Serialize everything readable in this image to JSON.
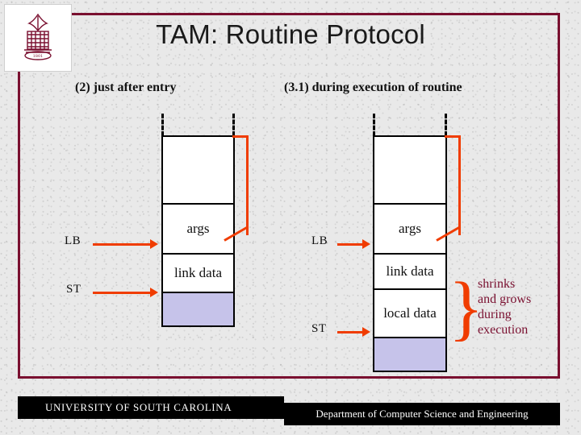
{
  "slide": {
    "title": "TAM: Routine Protocol",
    "logo_alt": "university-crest",
    "frame_color": "#7a1030",
    "accent_color": "#f03c00"
  },
  "diagrams": [
    {
      "id": "after-entry",
      "caption": "(2) just after entry",
      "labels": {
        "lb": "LB",
        "st": "ST"
      },
      "cells": [
        {
          "text": "",
          "fill": "#ffffff"
        },
        {
          "text": "args",
          "fill": "#ffffff"
        },
        {
          "text": "link data",
          "fill": "#ffffff"
        },
        {
          "text": "",
          "fill": "#c6c3ea"
        }
      ]
    },
    {
      "id": "during-execution",
      "caption": "(3.1) during execution of routine",
      "labels": {
        "lb": "LB",
        "st": "ST"
      },
      "cells": [
        {
          "text": "",
          "fill": "#ffffff"
        },
        {
          "text": "args",
          "fill": "#ffffff"
        },
        {
          "text": "link data",
          "fill": "#ffffff"
        },
        {
          "text": "local data",
          "fill": "#ffffff"
        },
        {
          "text": "",
          "fill": "#c6c3ea"
        }
      ]
    }
  ],
  "annotation": {
    "brace": "}",
    "lines": [
      "shrinks",
      "and grows",
      "during",
      "execution"
    ],
    "text": "shrinks and grows during execution"
  },
  "footer": {
    "left": "UNIVERSITY OF SOUTH CAROLINA",
    "right": "Department of Computer Science and Engineering"
  }
}
